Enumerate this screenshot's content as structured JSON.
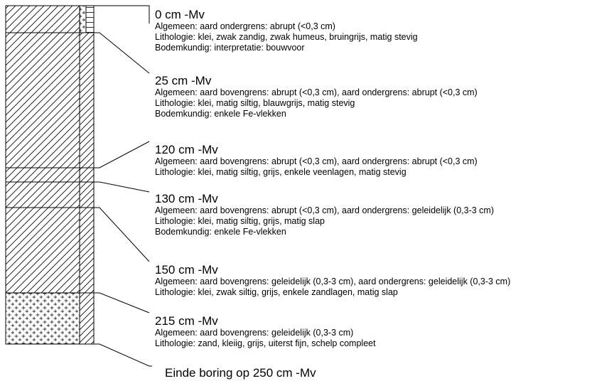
{
  "layers": [
    {
      "depth": "0 cm -Mv",
      "lines": [
        "Algemeen: aard ondergrens: abrupt (<0,3 cm)",
        "Lithologie: klei, zwak zandig, zwak humeus, bruingrijs, matig stevig",
        "Bodemkundig: interpretatie: bouwvoor"
      ]
    },
    {
      "depth": "25 cm -Mv",
      "lines": [
        "Algemeen: aard bovengrens: abrupt (<0,3 cm), aard ondergrens: abrupt (<0,3 cm)",
        "Lithologie: klei, matig siltig, blauwgrijs, matig stevig",
        "Bodemkundig: enkele Fe-vlekken"
      ]
    },
    {
      "depth": "120 cm -Mv",
      "lines": [
        "Algemeen: aard bovengrens: abrupt (<0,3 cm), aard ondergrens: abrupt (<0,3 cm)",
        "Lithologie: klei, matig siltig, grijs, enkele veenlagen, matig stevig"
      ]
    },
    {
      "depth": "130 cm -Mv",
      "lines": [
        "Algemeen: aard bovengrens: abrupt (<0,3 cm), aard ondergrens: geleidelijk (0,3-3 cm)",
        "Lithologie: klei, matig siltig, grijs, matig slap",
        "Bodemkundig: enkele Fe-vlekken"
      ]
    },
    {
      "depth": "150 cm -Mv",
      "lines": [
        "Algemeen: aard bovengrens: geleidelijk (0,3-3 cm), aard ondergrens: geleidelijk (0,3-3 cm)",
        "Lithologie: klei, zwak siltig, grijs, enkele zandlagen, matig slap"
      ]
    },
    {
      "depth": "215 cm -Mv",
      "lines": [
        "Algemeen: aard bovengrens: geleidelijk (0,3-3 cm)",
        "Lithologie: zand, kleiig, grijs, uiterst fijn, schelp compleet"
      ]
    }
  ],
  "end_text": "Einde boring op 250 cm -Mv"
}
